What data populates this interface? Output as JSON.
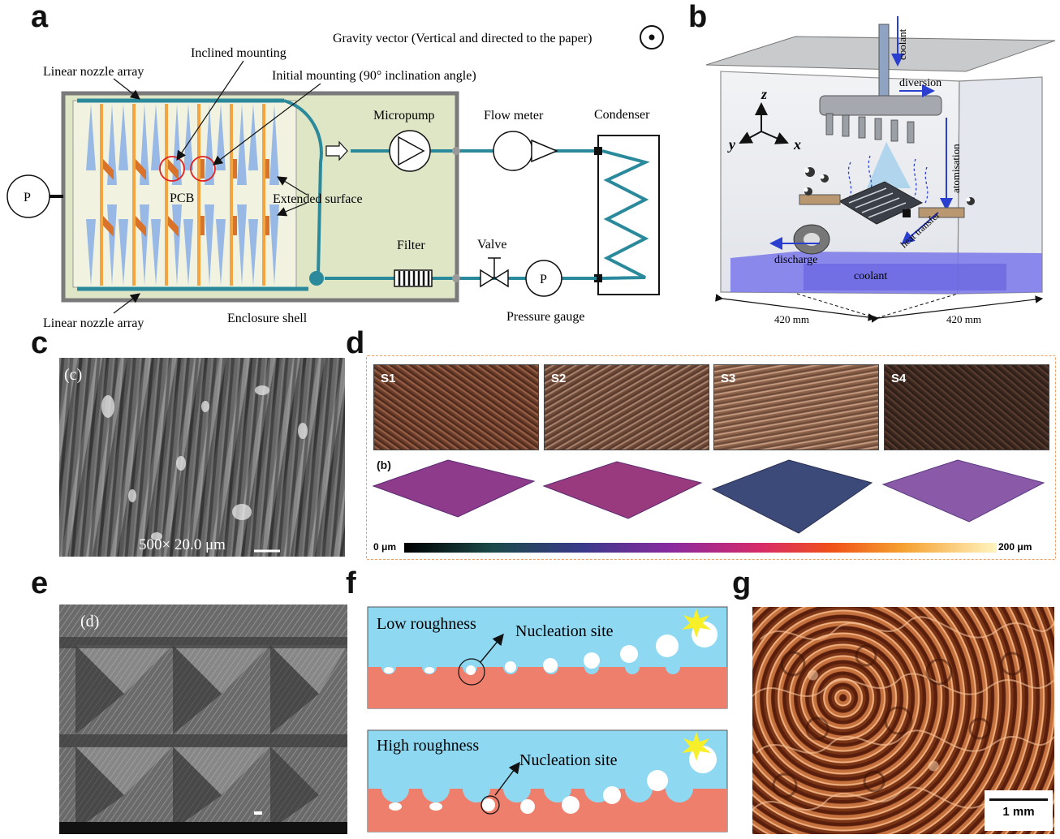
{
  "panels": {
    "a": {
      "letter": "a",
      "gravity_vector": "Gravity vector (Vertical and directed to the paper)",
      "inclined_mounting": "Inclined mounting",
      "initial_mounting": "Initial mounting (90° inclination angle)",
      "linear_nozzle_array_top": "Linear nozzle array",
      "linear_nozzle_array_bottom": "Linear nozzle array",
      "pcb": "PCB",
      "extended_surface": "Extended surface",
      "micropump": "Micropump",
      "flow_meter": "Flow meter",
      "condenser": "Condenser",
      "filter": "Filter",
      "valve": "Valve",
      "pressure_gauge": "Pressure gauge",
      "enclosure_shell": "Enclosure shell",
      "p_left": "P",
      "p_gauge": "P"
    },
    "b": {
      "letter": "b",
      "coolant_top": "coolant",
      "diversion": "diversion",
      "atomisation": "atomisation",
      "heat_transfer": "heat transfer",
      "discharge": "discharge",
      "coolant_bottom": "coolant",
      "axis_z": "z",
      "axis_y": "y",
      "axis_x": "x",
      "dim_left": "420 mm",
      "dim_right": "420 mm"
    },
    "c": {
      "letter": "c",
      "tag": "(c)",
      "scale": "500× 20.0 μm"
    },
    "d": {
      "letter": "d",
      "tiles": [
        "S1",
        "S2",
        "S3",
        "S4"
      ],
      "sub_label": "(b)",
      "scale_min": "0 μm",
      "scale_max": "200 μm"
    },
    "e": {
      "letter": "e",
      "tag": "(d)"
    },
    "f": {
      "letter": "f",
      "low_roughness": "Low roughness",
      "high_roughness": "High roughness",
      "nucleation_top": "Nucleation site",
      "nucleation_bottom": "Nucleation site"
    },
    "g": {
      "letter": "g",
      "scale": "1 mm"
    }
  },
  "colors": {
    "pipe": "#2a8a9c",
    "orange": "#f2a541",
    "spray": "#8fb2e6",
    "board_fill": "#eef2dc",
    "water": "#8ed8f2",
    "copper": "#b65a2a",
    "substrate": "#ee7f6d"
  }
}
